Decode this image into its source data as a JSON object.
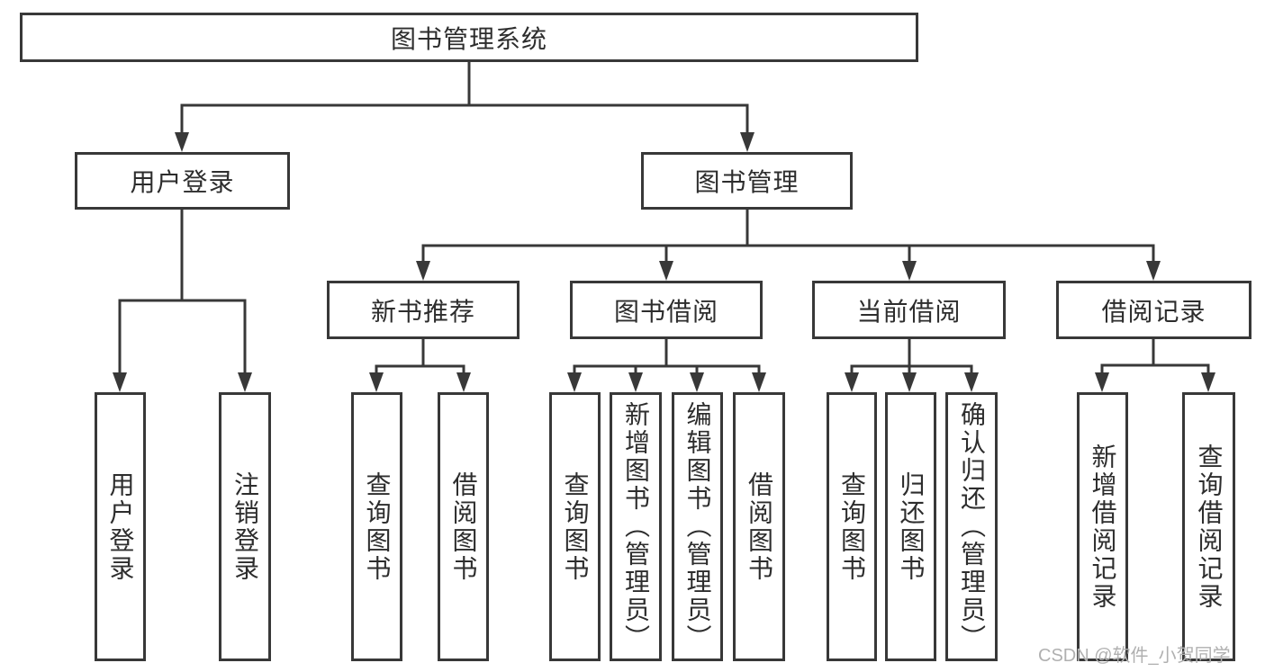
{
  "diagram": {
    "root": {
      "label": "图书管理系统"
    },
    "level2": [
      {
        "label": "用户登录"
      },
      {
        "label": "图书管理"
      }
    ],
    "level3": [
      {
        "label": "新书推荐"
      },
      {
        "label": "图书借阅"
      },
      {
        "label": "当前借阅"
      },
      {
        "label": "借阅记录"
      }
    ],
    "leaves": [
      {
        "group": "用户登录",
        "label": "用户登录"
      },
      {
        "group": "用户登录",
        "label": "注销登录"
      },
      {
        "group": "新书推荐",
        "label": "查询图书"
      },
      {
        "group": "新书推荐",
        "label": "借阅图书"
      },
      {
        "group": "图书借阅",
        "label": "查询图书"
      },
      {
        "group": "图书借阅",
        "label": "新增图书（管理员）"
      },
      {
        "group": "图书借阅",
        "label": "编辑图书（管理员）"
      },
      {
        "group": "图书借阅",
        "label": "借阅图书"
      },
      {
        "group": "当前借阅",
        "label": "查询图书"
      },
      {
        "group": "当前借阅",
        "label": "归还图书"
      },
      {
        "group": "当前借阅",
        "label": "确认归还（管理员）"
      },
      {
        "group": "借阅记录",
        "label": "新增借阅记录"
      },
      {
        "group": "借阅记录",
        "label": "查询借阅记录"
      }
    ]
  },
  "watermark": "CSDN @软件_小贺同学",
  "colors": {
    "line": "#383838",
    "text": "#2d2d2d",
    "watermark": "#b0b0b0",
    "background": "#ffffff"
  }
}
